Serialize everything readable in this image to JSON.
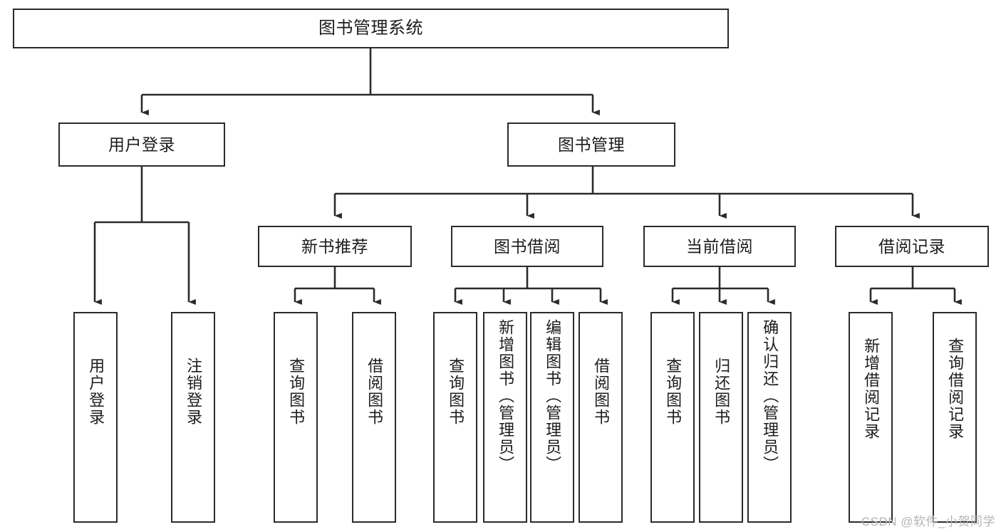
{
  "diagram": {
    "type": "tree-hierarchy",
    "title": "图书管理系统",
    "root": {
      "id": "root",
      "label": "图书管理系统"
    },
    "level1": [
      {
        "id": "user-login",
        "label": "用户登录"
      },
      {
        "id": "book-manage",
        "label": "图书管理"
      }
    ],
    "level2": [
      {
        "id": "new-book-rec",
        "label": "新书推荐",
        "parent": "book-manage"
      },
      {
        "id": "book-borrow",
        "label": "图书借阅",
        "parent": "book-manage"
      },
      {
        "id": "current-borrow",
        "label": "当前借阅",
        "parent": "book-manage"
      },
      {
        "id": "borrow-record",
        "label": "借阅记录",
        "parent": "book-manage"
      }
    ],
    "leaves": [
      {
        "id": "leaf-user-login",
        "label": "用户登录",
        "parent": "user-login"
      },
      {
        "id": "leaf-user-logout",
        "label": "注销登录",
        "parent": "user-login"
      },
      {
        "id": "leaf-rec-query",
        "label": "查询图书",
        "parent": "new-book-rec"
      },
      {
        "id": "leaf-rec-borrow",
        "label": "借阅图书",
        "parent": "new-book-rec"
      },
      {
        "id": "leaf-borrow-query",
        "label": "查询图书",
        "parent": "book-borrow"
      },
      {
        "id": "leaf-borrow-add",
        "label": "新增图书（管理员）",
        "parent": "book-borrow"
      },
      {
        "id": "leaf-borrow-edit",
        "label": "编辑图书（管理员）",
        "parent": "book-borrow"
      },
      {
        "id": "leaf-borrow-lend",
        "label": "借阅图书",
        "parent": "book-borrow"
      },
      {
        "id": "leaf-cur-query",
        "label": "查询图书",
        "parent": "current-borrow"
      },
      {
        "id": "leaf-cur-return",
        "label": "归还图书",
        "parent": "current-borrow"
      },
      {
        "id": "leaf-cur-confirm",
        "label": "确认归还（管理员）",
        "parent": "current-borrow"
      },
      {
        "id": "leaf-rec-add",
        "label": "新增借阅记录",
        "parent": "borrow-record"
      },
      {
        "id": "leaf-rec-query2",
        "label": "查询借阅记录",
        "parent": "borrow-record"
      }
    ],
    "colors": {
      "line": "#2b2b2b",
      "box_fill": "#ffffff",
      "text": "#1c1c1c",
      "watermark": "#b4b4b4"
    }
  },
  "watermark": {
    "text": "CSDN @软件_小贺同学"
  }
}
